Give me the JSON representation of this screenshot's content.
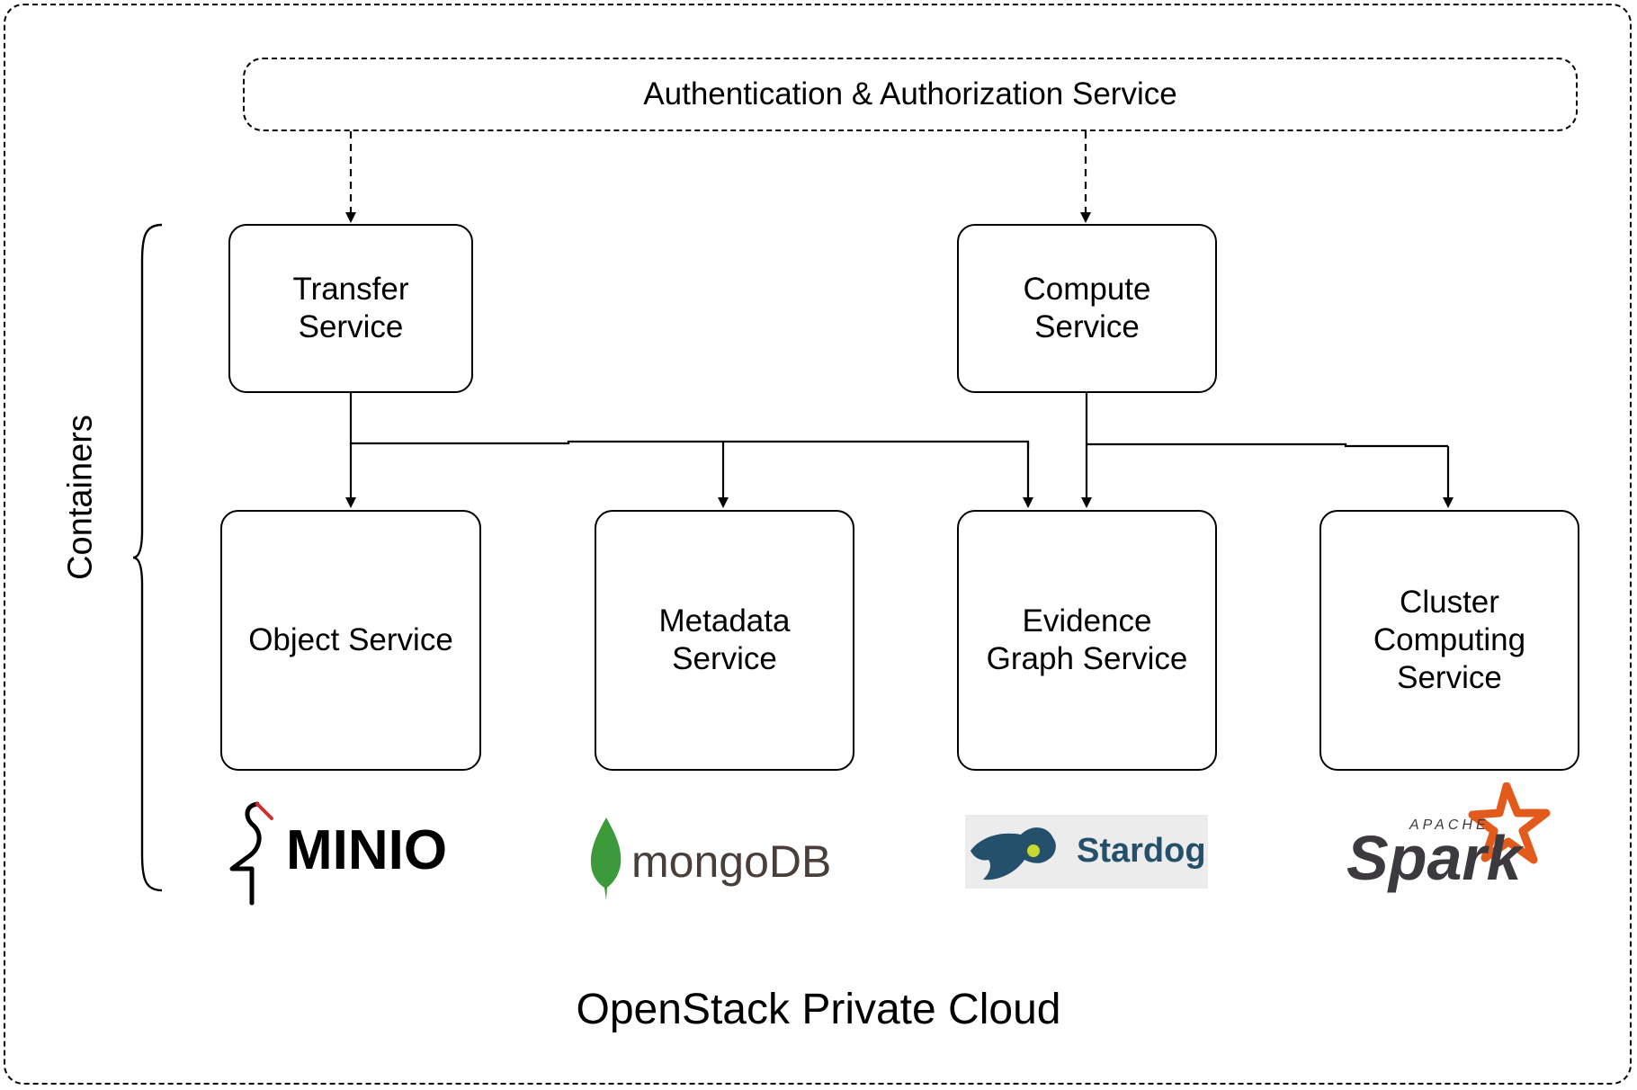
{
  "auth": {
    "label": "Authentication & Authorization Service"
  },
  "services": {
    "transfer": "Transfer\nService",
    "compute": "Compute\nService",
    "object": "Object Service",
    "metadata": "Metadata\nService",
    "evidence": "Evidence\nGraph Service",
    "cluster": "Cluster\nComputing\nService"
  },
  "side_label": "Containers",
  "footer": "OpenStack Private Cloud",
  "logos": {
    "minio": "MINIO",
    "mongodb": "mongoDB",
    "stardog": "Stardog",
    "spark_apache": "APACHE",
    "spark": "Spark"
  },
  "colors": {
    "mongodb_leaf": "#3d9a3a",
    "stardog_blue": "#24506b",
    "stardog_bg": "#ececec",
    "spark_orange": "#e25a1c",
    "spark_text": "#3c3a3e"
  }
}
